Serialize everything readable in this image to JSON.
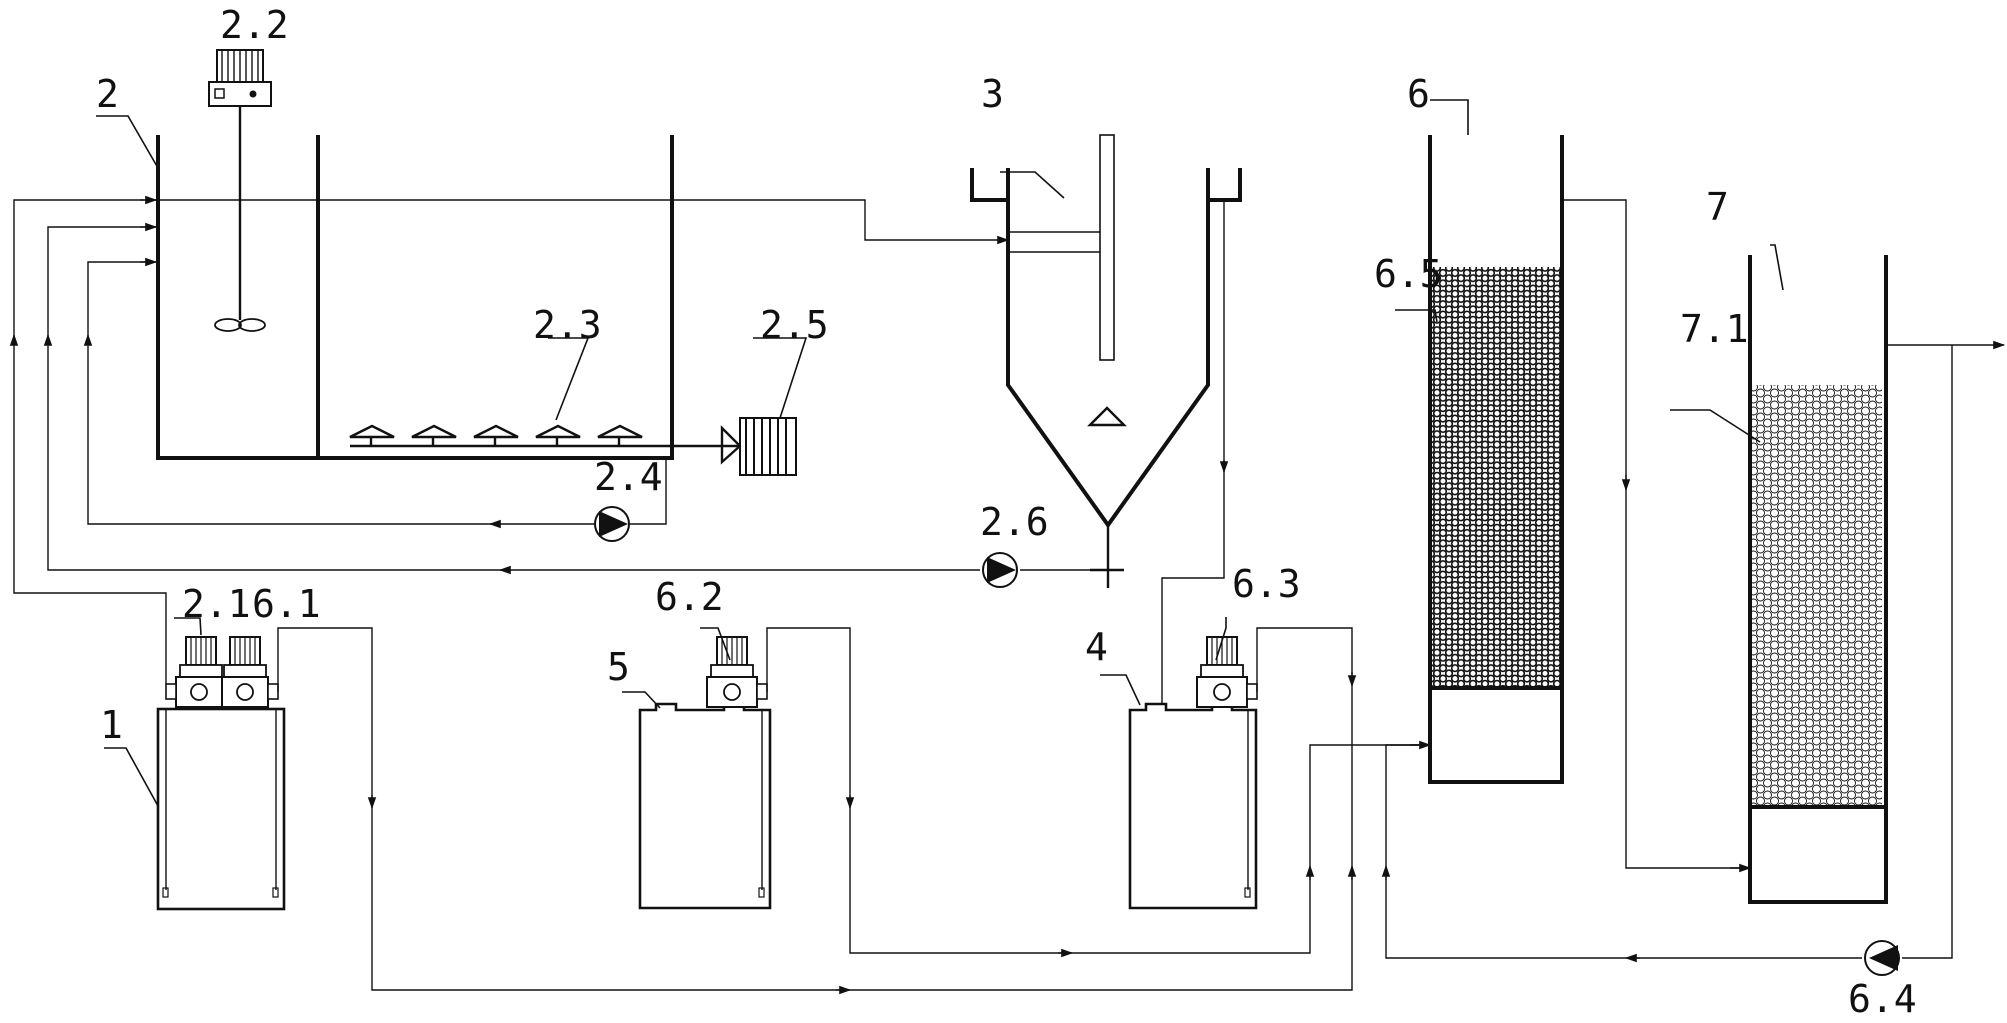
{
  "labels": {
    "tank_1": "1",
    "reactor_2": "2",
    "metering_pump_2_1": "2.1",
    "stirrer_2_2": "2.2",
    "aerator_2_3": "2.3",
    "pump_2_4": "2.4",
    "blower_2_5": "2.5",
    "pump_2_6": "2.6",
    "settler_3": "3",
    "tank_4": "4",
    "tank_5": "5",
    "column_6": "6",
    "metering_pump_6_1": "6.1",
    "metering_pump_6_2": "6.2",
    "metering_pump_6_3": "6.3",
    "pump_6_4": "6.4",
    "packing_6_5": "6.5",
    "column_7": "7",
    "packing_7_1": "7.1"
  },
  "colors": {
    "line": "#111111",
    "background": "#ffffff"
  }
}
